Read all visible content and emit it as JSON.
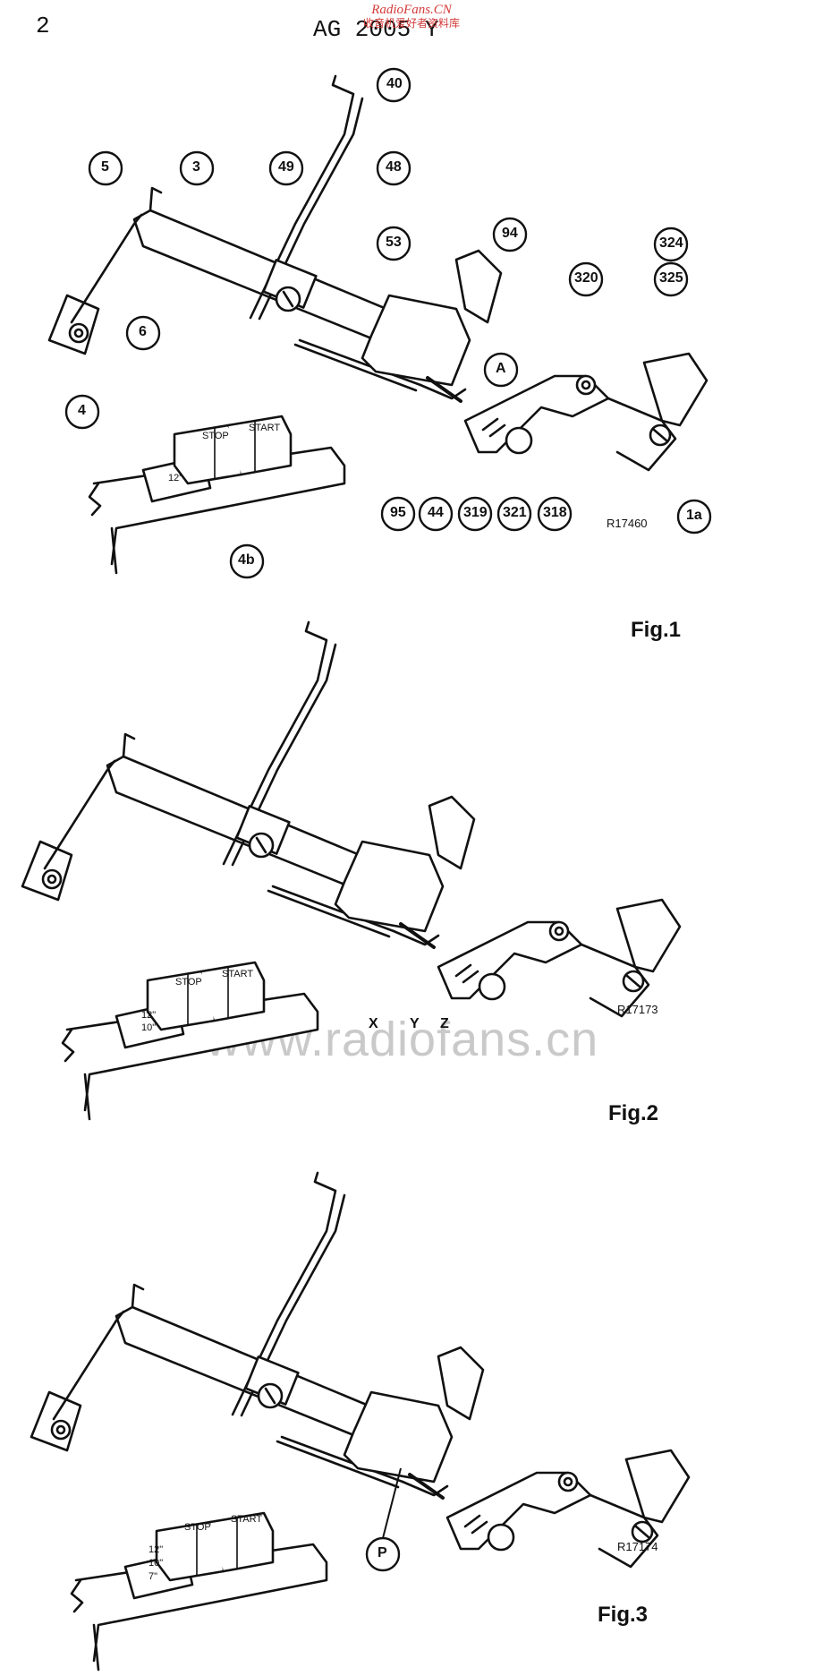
{
  "header": {
    "page_number": "2",
    "model": "AG 2005 Y",
    "watermark_top_line1": "RadioFans.CN",
    "watermark_top_line2": "收音机爱好者资料库",
    "watermark_mid": "www.radiofans.cn"
  },
  "figures": [
    {
      "caption": "Fig.1",
      "ref": "R17460",
      "callouts": [
        "40",
        "5",
        "3",
        "49",
        "48",
        "53",
        "94",
        "324",
        "325",
        "320",
        "6",
        "A",
        "4",
        "95",
        "44",
        "319",
        "321",
        "318",
        "1a",
        "4b"
      ],
      "buttons": [
        "STOP",
        "START"
      ],
      "speed_labels": [
        "12\""
      ]
    },
    {
      "caption": "Fig.2",
      "ref": "R17173",
      "letters": [
        "X",
        "Y",
        "Z"
      ],
      "buttons": [
        "STOP",
        "START"
      ],
      "speed_labels": [
        "12\"",
        "10\""
      ]
    },
    {
      "caption": "Fig.3",
      "ref": "R17174",
      "callouts": [
        "P"
      ],
      "buttons": [
        "STOP",
        "START"
      ],
      "speed_labels": [
        "12\"",
        "10\"",
        "7\""
      ]
    }
  ]
}
